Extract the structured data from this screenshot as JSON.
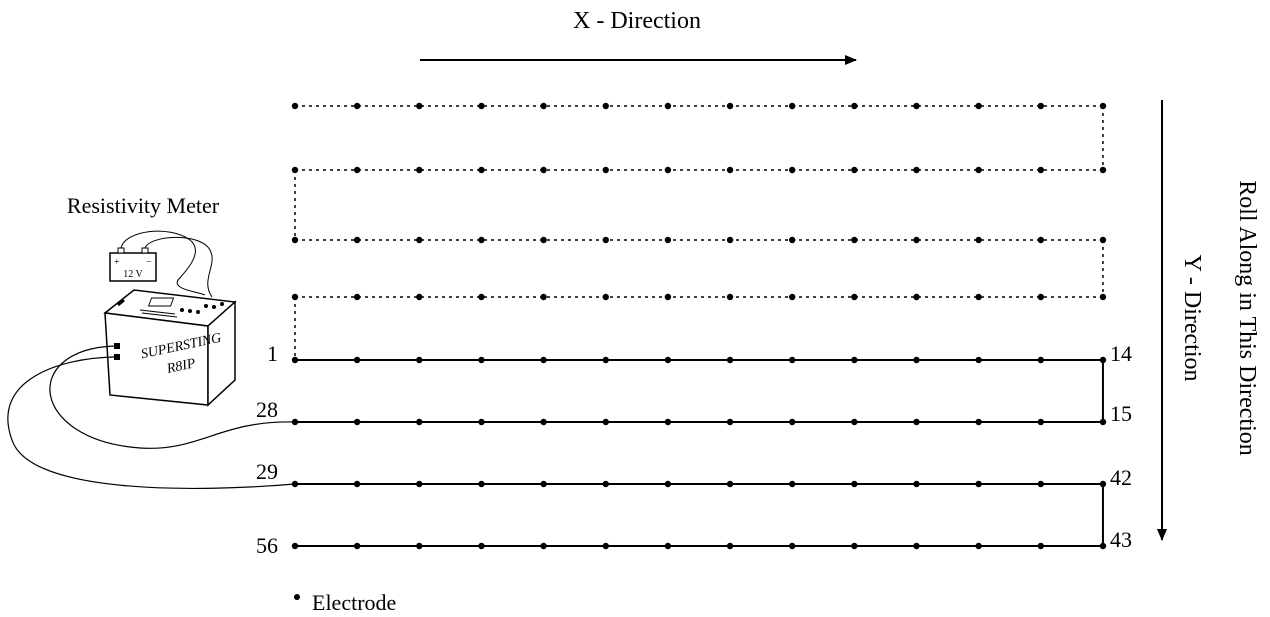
{
  "labels": {
    "x_direction": "X - Direction",
    "y_direction": "Y - Direction",
    "roll_along": "Roll Along in This Direction",
    "meter_title": "Resistivity Meter",
    "meter_brand_line1": "SUPERSTING",
    "meter_brand_line2": "R8IP",
    "battery_voltage": "12 V",
    "battery_plus": "+",
    "battery_minus": "−",
    "legend_electrode": "Electrode"
  },
  "electrode_numbers": {
    "row1_start": "1",
    "row1_end": "14",
    "row2_end": "15",
    "row2_start": "28",
    "row3_start": "29",
    "row3_end": "42",
    "row4_end": "43",
    "row4_start": "56"
  },
  "grid": {
    "electrodes_per_row": 14,
    "active_rows": 4,
    "future_rows": 4
  },
  "colors": {
    "ink": "#000000",
    "background": "#ffffff"
  }
}
